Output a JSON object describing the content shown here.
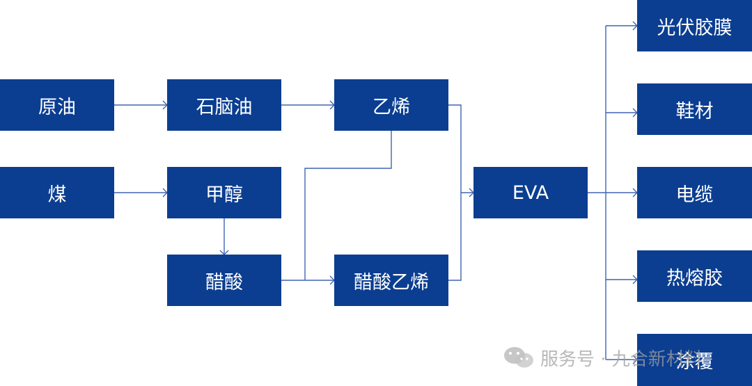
{
  "colors": {
    "node_fill": "#0B3E91",
    "edge": "#3F63B2",
    "node_text": "#FFFFFF"
  },
  "nodes": {
    "crude_oil": "原油",
    "naphtha": "石脑油",
    "ethylene": "乙烯",
    "coal": "煤",
    "methanol": "甲醇",
    "acetic_acid": "醋酸",
    "vinyl_acetate": "醋酸乙烯",
    "eva": "EVA",
    "pv_film": "光伏胶膜",
    "shoe_material": "鞋材",
    "cable": "电缆",
    "hot_melt": "热熔胶",
    "coating": "涂覆"
  },
  "watermark": {
    "text": "服务号 · 九合新材料",
    "icon": "wechat-icon"
  }
}
